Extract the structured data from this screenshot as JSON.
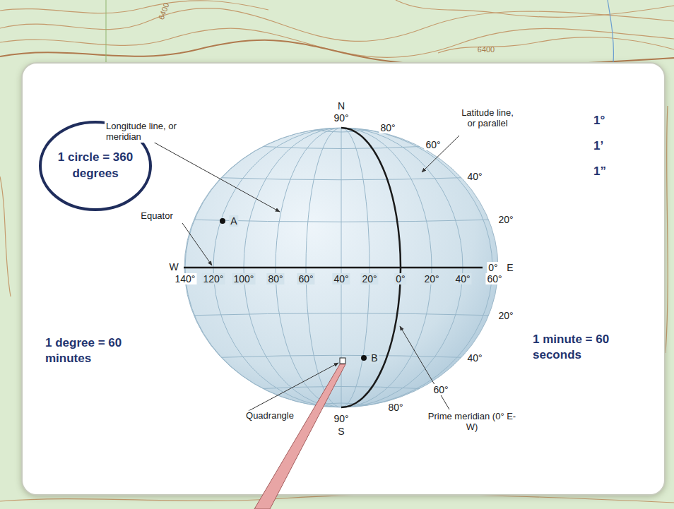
{
  "diagram": {
    "nodes": [
      {
        "text": [
          "1 circle = 360 degrees"
        ]
      }
    ],
    "labels": [
      "6400",
      "6400",
      "N",
      "90°",
      "Longitude line, or meridian",
      "Latitude line, or parallel",
      "80°",
      "60°",
      "40°",
      "20°",
      "Equator",
      "A",
      "W",
      "0°",
      "E",
      "140°",
      "120°",
      "100°",
      "80°",
      "60°",
      "40°",
      "20°",
      "0°",
      "20°",
      "40°",
      "60°",
      "20°",
      "40°",
      "60°",
      "80°",
      "B",
      "Quadrangle",
      "90°",
      "S",
      "Prime meridian (0° E-W)",
      "1°",
      "1’",
      "1”",
      "1 degree = 60 minutes",
      "1 minute = 60 seconds"
    ]
  }
}
